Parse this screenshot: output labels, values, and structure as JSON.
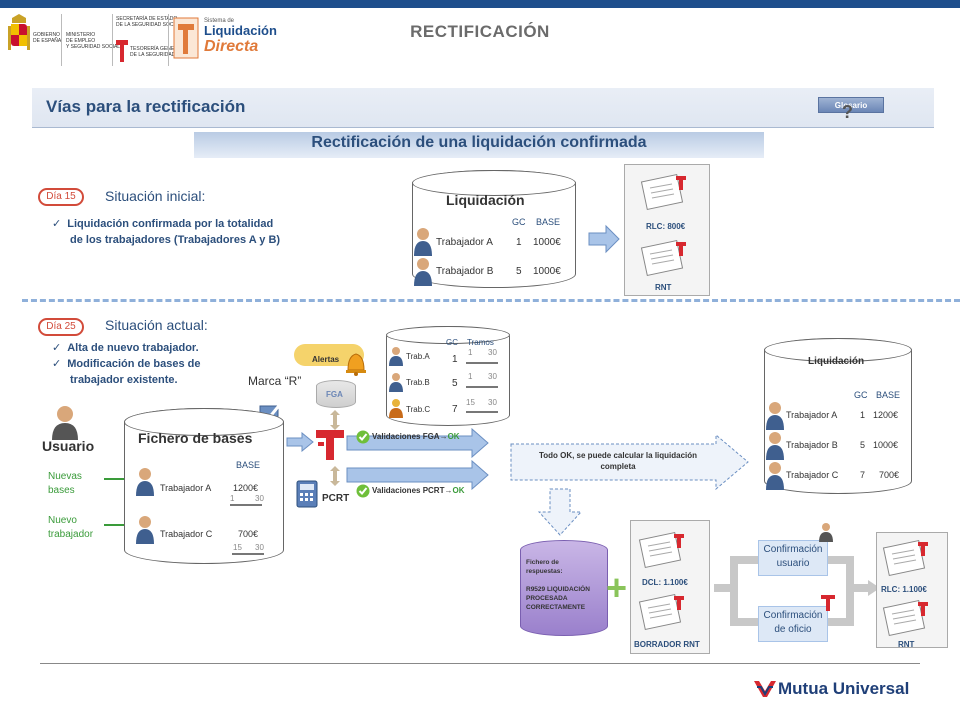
{
  "header": {
    "title": "RECTIFICACIÓN",
    "logo1": [
      "GOBIERNO",
      "DE ESPAÑA"
    ],
    "logo2": [
      "MINISTERIO",
      "DE EMPLEO",
      "Y SEGURIDAD SOCIAL"
    ],
    "logo3": [
      "SECRETARÍA DE ESTADO",
      "DE LA SEGURIDAD SOCIAL"
    ],
    "logo4": [
      "TESORERÍA GENERAL",
      "DE LA SEGURIDAD SOCIAL"
    ],
    "logo5": [
      "Sistema de",
      "Liquidación",
      "Directa"
    ]
  },
  "section": {
    "title": "Vías para la rectificación",
    "glosario": "Glosario"
  },
  "subtitle": "Rectificación de una liquidación confirmada",
  "initial": {
    "day": "Día 15",
    "heading": "Situación inicial:",
    "bullet": [
      "Liquidación confirmada por la totalidad",
      "de los trabajadores (Trabajadores A y B)"
    ],
    "liquidacion": {
      "title": "Liquidación",
      "col_gc": "GC",
      "col_base": "BASE",
      "rows": [
        {
          "name": "Trabajador A",
          "gc": "1",
          "base": "1000€"
        },
        {
          "name": "Trabajador B",
          "gc": "5",
          "base": "1000€"
        }
      ]
    },
    "rlc": "RLC: 800€",
    "rnt": "RNT"
  },
  "current": {
    "day": "Día 25",
    "heading": "Situación actual:",
    "bullets": [
      "Alta de nuevo trabajador.",
      "Modificación de bases de",
      "trabajador existente."
    ],
    "marca": "Marca “R”",
    "alertas": "Alertas",
    "fga": "FGA",
    "pcrt": "PCRT",
    "usuario": "Usuario",
    "nuevas_bases": [
      "Nuevas",
      "bases"
    ],
    "nuevo_trabajador": [
      "Nuevo",
      "trabajador"
    ],
    "fichero": {
      "title": "Fichero de bases",
      "col_base": "BASE",
      "rows": [
        {
          "name": "Trabajador A",
          "base": "1200€",
          "t1": "1",
          "t2": "30"
        },
        {
          "name": "Trabajador C",
          "base": "700€",
          "t1": "15",
          "t2": "30"
        }
      ]
    },
    "tramos": {
      "col_gc": "GC",
      "col_tramos": "Tramos",
      "rows": [
        {
          "name": "Trab.A",
          "gc": "1",
          "t1": "1",
          "t2": "30"
        },
        {
          "name": "Trab.B",
          "gc": "5",
          "t1": "1",
          "t2": "30"
        },
        {
          "name": "Trab.C",
          "gc": "7",
          "t1": "15",
          "t2": "30"
        }
      ]
    },
    "val_fga": "Validaciones FGA",
    "val_pcrt": "Validaciones PCRT",
    "ok": "OK",
    "todo_ok": [
      "Todo OK, se puede calcular la liquidación",
      "completa"
    ],
    "liquidacion": {
      "title": "Liquidación",
      "col_gc": "GC",
      "col_base": "BASE",
      "rows": [
        {
          "name": "Trabajador A",
          "gc": "1",
          "base": "1200€"
        },
        {
          "name": "Trabajador B",
          "gc": "5",
          "base": "1000€"
        },
        {
          "name": "Trabajador C",
          "gc": "7",
          "base": "700€"
        }
      ]
    },
    "respuestas": [
      "Fichero de",
      "respuestas:",
      "",
      "R9529 LIQUIDACIÓN",
      "PROCESADA",
      "CORRECTAMENTE"
    ],
    "dcl": "DCL: 1.100€",
    "borrador": "BORRADOR RNT",
    "conf_usuario": [
      "Confirmación",
      "usuario"
    ],
    "conf_oficio": [
      "Confirmación",
      "de oficio"
    ],
    "rlc_final": "RLC: 1.100€",
    "rnt_final": "RNT"
  },
  "footer": {
    "brand": "Mutua Universal"
  },
  "colors": {
    "primary": "#2c4f7c",
    "accent_red": "#d24b3a",
    "green": "#3a9b3a",
    "purple": "#8e6fc2"
  }
}
